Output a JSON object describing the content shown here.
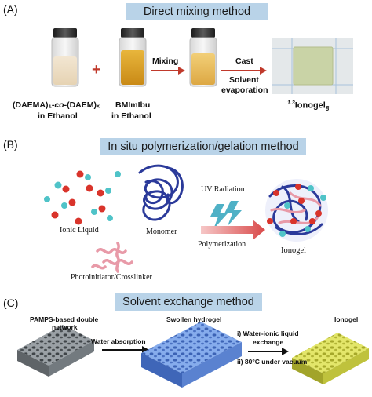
{
  "panel_a": {
    "label": "(A)",
    "title": "Direct mixing method",
    "vial1_caption_line1": "(DAEMA)₁-",
    "vial1_caption_co": "co",
    "vial1_caption_rest": "-(DAEM)ₓ",
    "vial1_caption_line2": "in Ethanol",
    "plus": "+",
    "vial2_caption_line1": "BMImIbu",
    "vial2_caption_line2": "in Ethanol",
    "mixing_label": "Mixing",
    "cast_label": "Cast",
    "solvent_label_1": "Solvent",
    "solvent_label_2": "evaporation",
    "product_sup": "1.3",
    "product_main": "Ionogel",
    "product_sub": "8"
  },
  "panel_b": {
    "label": "(B)",
    "title": "In situ polymerization/gelation method",
    "ionic_liquid": "Ionic Liquid",
    "monomer": "Monomer",
    "photoinitiator": "Photoinitiator/Crosslinker",
    "uv_radiation": "UV Radiation",
    "polymerization": "Polymerization",
    "ionogel": "Ionogel"
  },
  "panel_c": {
    "label": "(C)",
    "title": "Solvent exchange method",
    "pamps_line1": "PAMPS-based double",
    "pamps_line2": "network",
    "water_absorption": "Water absorption",
    "swollen_hydrogel": "Swollen hydrogel",
    "exchange_line1": "i) Water-ionic liquid",
    "exchange_line2": "exchange",
    "vacuum_line": "ii) 80°C under vacuum",
    "ionogel": "Ionogel"
  },
  "colors": {
    "banner": "#b9d3e8",
    "arrow_red": "#c0392b",
    "cation": "#d9342b",
    "anion": "#4fc3c8",
    "polymer": "#2b3a9a",
    "crosslinker": "#e89aa8",
    "hydrogel_gray": "#8a8f94",
    "hydrogel_blue": "#6f9be0",
    "ionogel_yellow": "#d9dc55"
  }
}
